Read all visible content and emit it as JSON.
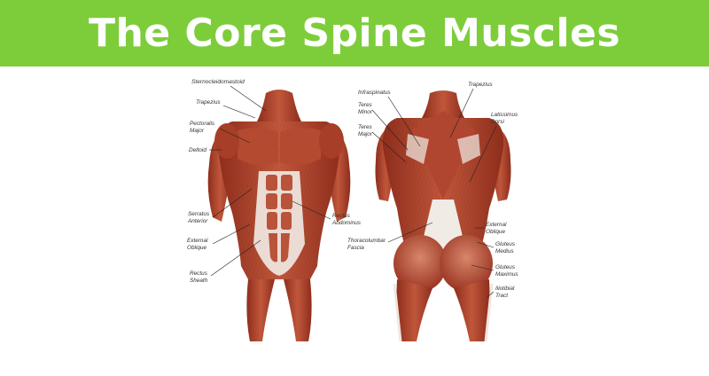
{
  "header": {
    "title": "The Core Spine Muscles",
    "bg_color": "#7dcd3b",
    "text_color": "#ffffff"
  },
  "colors": {
    "muscle_dark": "#8e2d1c",
    "muscle_mid": "#b84a31",
    "muscle_light": "#d77c5f",
    "fascia": "#f1ebe6"
  },
  "front_view": {
    "labels": {
      "sternocleidomastoid": "Sternocleidomastoid",
      "trapezius_1": "Trapezius",
      "pectoralis_1": "Pectoralis",
      "pectoralis_2": "Major",
      "deltoid": "Deltoid",
      "serratus_1": "Serratus",
      "serratus_2": "Anterior",
      "external_oblique_1": "External",
      "external_oblique_2": "Oblique",
      "rectus_sheath_1": "Rectus",
      "rectus_sheath_2": "Sheath",
      "rectus_abdominus_1": "Rectus",
      "rectus_abdominus_2": "Abdominus"
    }
  },
  "back_view": {
    "labels": {
      "infraspinatus": "Infraspinatus",
      "teres_minor_1": "Teres",
      "teres_minor_2": "Minor",
      "teres_major_1": "Teres",
      "teres_major_2": "Major",
      "trapezius": "Trapezius",
      "latissimus_1": "Latissimus",
      "latissimus_2": "Dorsi",
      "thoracolumbar_1": "Thoracolumbar",
      "thoracolumbar_2": "Fascia",
      "external_oblique_1": "External",
      "external_oblique_2": "Oblique",
      "gluteus_medius_1": "Gluteus",
      "gluteus_medius_2": "Medius",
      "gluteus_maximus_1": "Gluteus",
      "gluteus_maximus_2": "Maximus",
      "iliotibial_1": "Iliotibial",
      "iliotibial_2": "Tract"
    }
  }
}
